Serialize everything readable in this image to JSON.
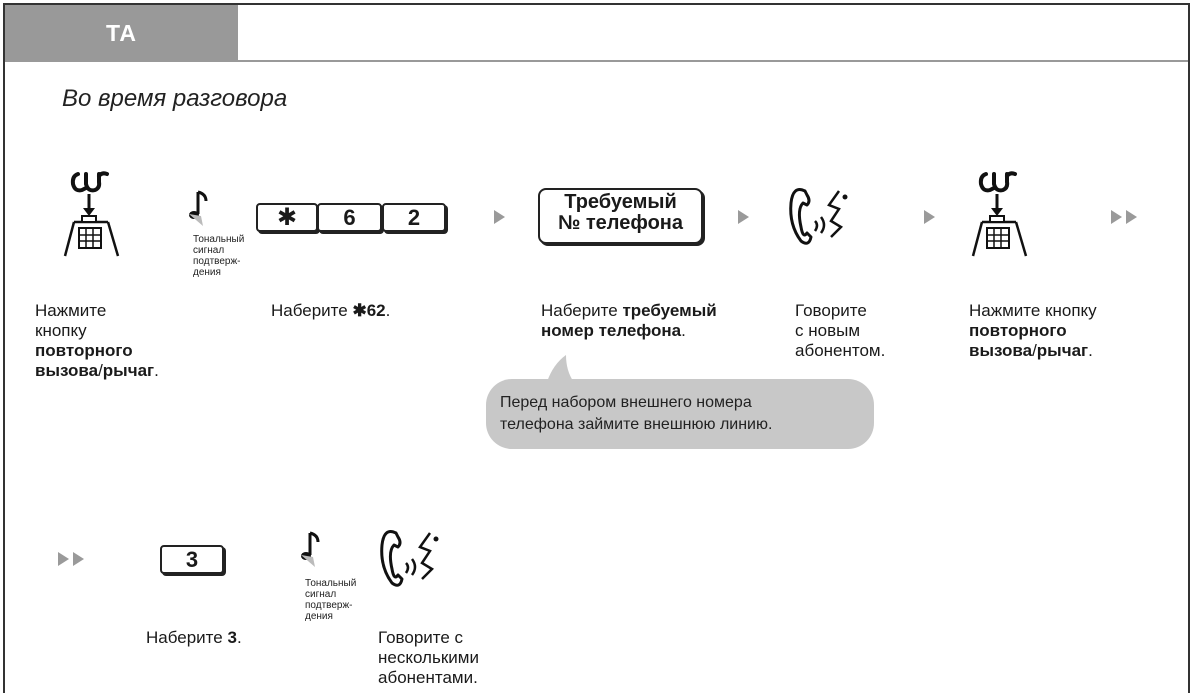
{
  "mode_tab": "TA",
  "heading": "Во время разговора",
  "steps": {
    "flash1": {
      "lines": [
        "Нажмите",
        "кнопку"
      ],
      "bold": "повторного",
      "bold2": "вызова",
      "sep": "/",
      "bold3": "рычаг",
      "end": "."
    },
    "dial62": {
      "prefix": "Наберите ",
      "bold": "✱62",
      "end": "."
    },
    "dialnum": {
      "prefix": "Наберите ",
      "bold": "требуемый",
      "bold2": "номер телефона",
      "end": "."
    },
    "talk1": {
      "lines": [
        "Говорите",
        "с новым",
        "абонентом."
      ]
    },
    "flash2": {
      "prefix": "Нажмите кнопку",
      "bold": "повторного",
      "bold2": "вызова",
      "sep": "/",
      "bold3": "рычаг",
      "end": "."
    },
    "dial3": {
      "prefix": "Наберите ",
      "bold": "3",
      "end": "."
    },
    "talk2": {
      "lines": [
        "Говорите с",
        "несколькими",
        "абонентами."
      ]
    }
  },
  "keys": {
    "star": "✱",
    "six": "6",
    "two": "2",
    "three": "3"
  },
  "number_box": {
    "line1": "Требуемый",
    "line2": "№ телефона"
  },
  "tone_label": [
    "Тональный",
    "сигнал",
    "подтверж-",
    "дения"
  ],
  "note": {
    "line1": "Перед набором внешнего номера",
    "line2": "телефона займите внешнюю линию."
  },
  "colors": {
    "tab": "#999999",
    "arrow": "#9a9a9a",
    "bubble": "#c8c8c8"
  },
  "icons": [
    "flash-hook-icon",
    "confirmation-tone-icon",
    "talk-icon",
    "next-arrow-icon",
    "continue-arrow-icon"
  ]
}
